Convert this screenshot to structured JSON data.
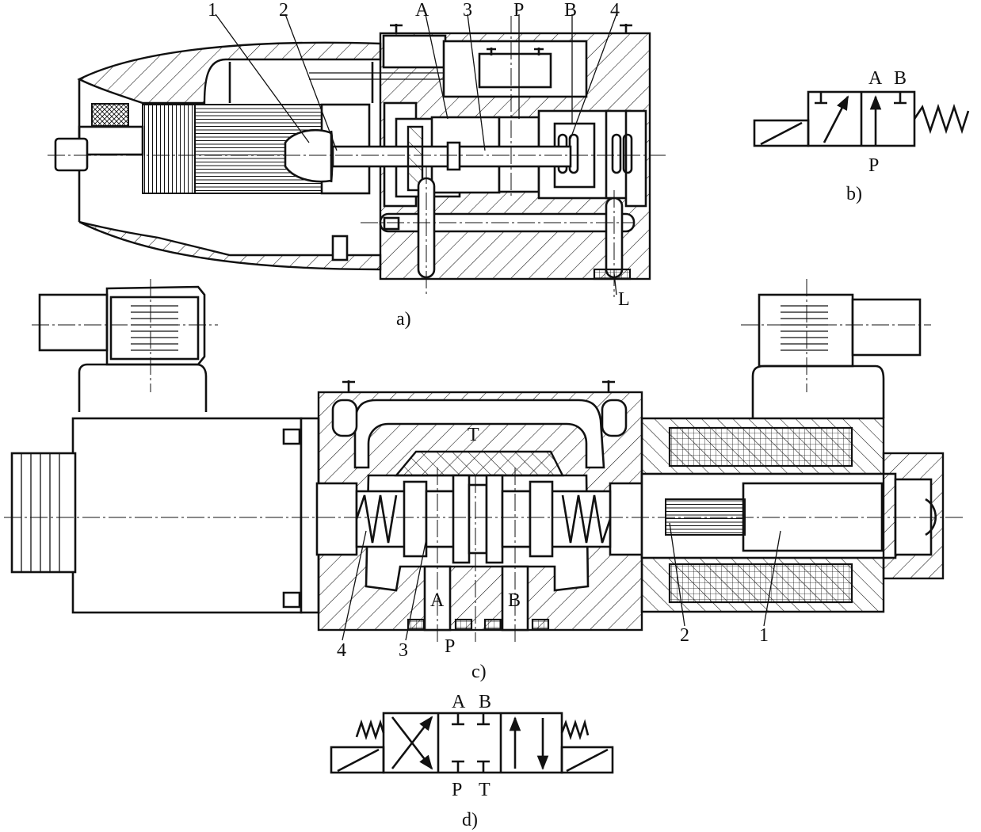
{
  "figure": {
    "panels": [
      {
        "id": "a",
        "caption": "a)",
        "labels": [
          "1",
          "2",
          "A",
          "3",
          "P",
          "B",
          "4",
          "L"
        ]
      },
      {
        "id": "b",
        "caption": "b)",
        "labels": [
          "A",
          "B",
          "P"
        ]
      },
      {
        "id": "c",
        "caption": "c)",
        "labels": [
          "T",
          "A",
          "B",
          "4",
          "3",
          "P",
          "2",
          "1"
        ]
      },
      {
        "id": "d",
        "caption": "d)",
        "labels": [
          "A",
          "B",
          "P",
          "T"
        ]
      }
    ]
  }
}
